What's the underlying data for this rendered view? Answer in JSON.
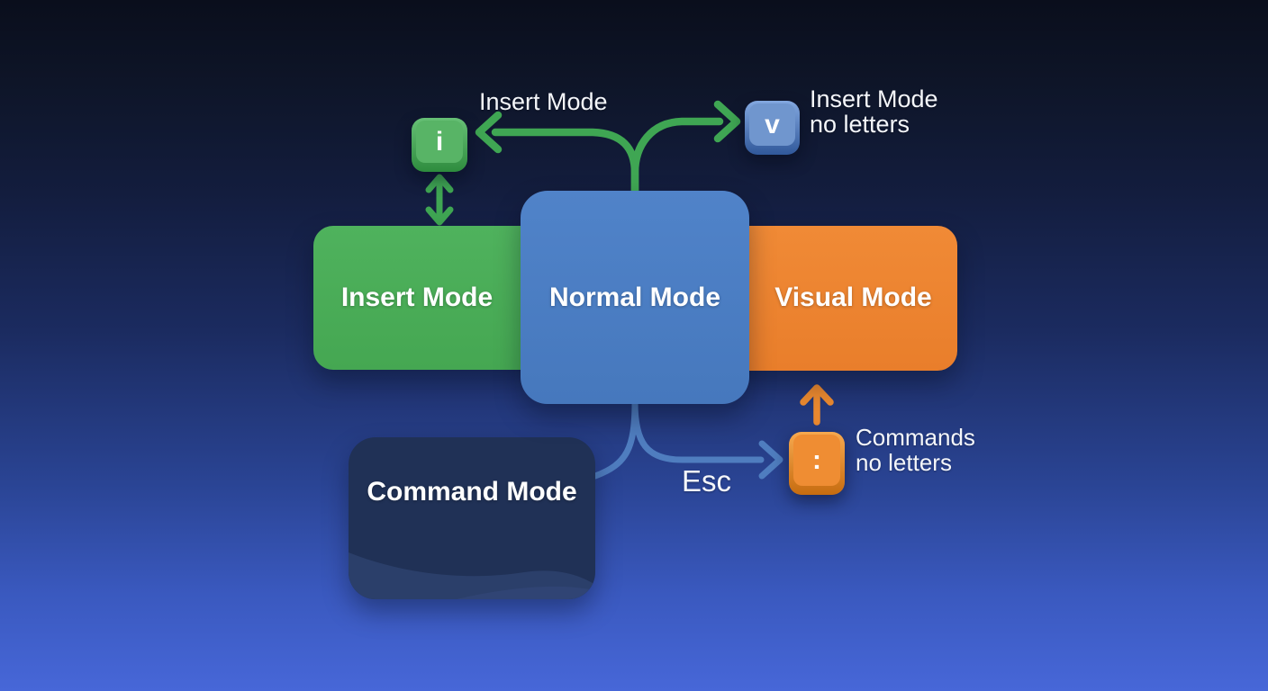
{
  "diagram": {
    "nodes": {
      "insert": {
        "label": "Insert Mode",
        "color": "#4bae58"
      },
      "normal": {
        "label": "Normal Mode",
        "color": "#4b7ec6"
      },
      "visual": {
        "label": "Visual Mode",
        "color": "#ee8433"
      },
      "command": {
        "label": "Command Mode",
        "color": "#203156"
      }
    },
    "keys": {
      "i": {
        "label": "i",
        "color": "#58b466"
      },
      "v": {
        "label": "v",
        "color": "#7096ce"
      },
      "colon": {
        "label": ":",
        "color": "#ef8d33"
      }
    },
    "annotations": {
      "insert_mode_arrow_label": "Insert Mode",
      "v_key_caption_line1": "Insert Mode",
      "v_key_caption_line2": "no letters",
      "colon_key_caption_line1": "Commands",
      "colon_key_caption_line2": "no letters",
      "esc_label": "Esc"
    },
    "colors": {
      "background_top": "#0a0e1c",
      "background_bottom": "#4767d8",
      "green_arrow": "#3fa653",
      "blue_arrow": "#4f7dbf",
      "orange_arrow": "#e9882f"
    }
  }
}
